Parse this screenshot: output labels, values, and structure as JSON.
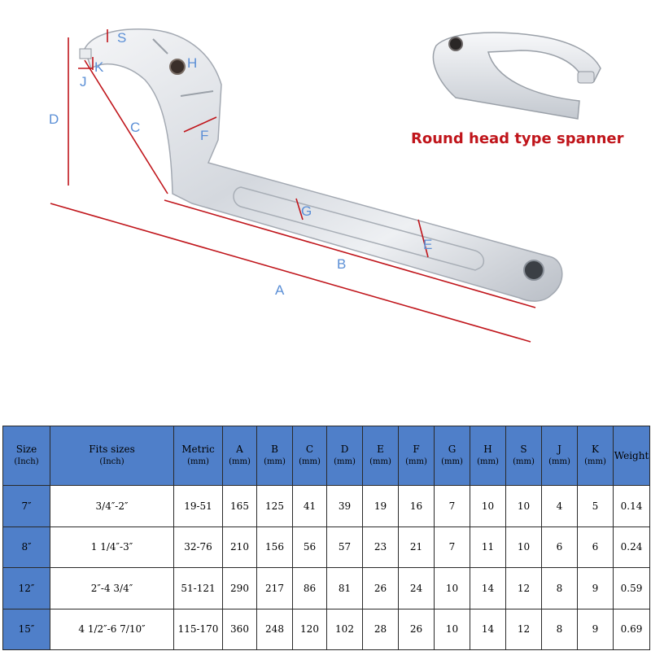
{
  "figure": {
    "dimension_labels": [
      "A",
      "B",
      "C",
      "D",
      "E",
      "F",
      "G",
      "H",
      "J",
      "K",
      "S"
    ],
    "caption": "Round head type spanner",
    "colors": {
      "dimension_line": "#c0151b",
      "dimension_label": "#5b8fd6",
      "caption": "#c0151b",
      "table_header": "#4f7fc9"
    }
  },
  "table": {
    "headers": [
      {
        "label": "Size",
        "unit": "(Inch)"
      },
      {
        "label": "Fits sizes",
        "unit": "(Inch)"
      },
      {
        "label": "Metric",
        "unit": "(mm)"
      },
      {
        "label": "A",
        "unit": "(mm)"
      },
      {
        "label": "B",
        "unit": "(mm)"
      },
      {
        "label": "C",
        "unit": "(mm)"
      },
      {
        "label": "D",
        "unit": "(mm)"
      },
      {
        "label": "E",
        "unit": "(mm)"
      },
      {
        "label": "F",
        "unit": "(mm)"
      },
      {
        "label": "G",
        "unit": "(mm)"
      },
      {
        "label": "H",
        "unit": "(mm)"
      },
      {
        "label": "S",
        "unit": "(mm)"
      },
      {
        "label": "J",
        "unit": "(mm)"
      },
      {
        "label": "K",
        "unit": "(mm)"
      },
      {
        "label": "Weight",
        "unit": ""
      }
    ],
    "rows": [
      [
        "7″",
        "3/4″-2″",
        "19-51",
        "165",
        "125",
        "41",
        "39",
        "19",
        "16",
        "7",
        "10",
        "10",
        "4",
        "5",
        "0.14"
      ],
      [
        "8″",
        "1 1/4″-3″",
        "32-76",
        "210",
        "156",
        "56",
        "57",
        "23",
        "21",
        "7",
        "11",
        "10",
        "6",
        "6",
        "0.24"
      ],
      [
        "12″",
        "2″-4 3/4″",
        "51-121",
        "290",
        "217",
        "86",
        "81",
        "26",
        "24",
        "10",
        "14",
        "12",
        "8",
        "9",
        "0.59"
      ],
      [
        "15″",
        "4 1/2″-6 7/10″",
        "115-170",
        "360",
        "248",
        "120",
        "102",
        "28",
        "26",
        "10",
        "14",
        "12",
        "8",
        "9",
        "0.69"
      ]
    ]
  }
}
